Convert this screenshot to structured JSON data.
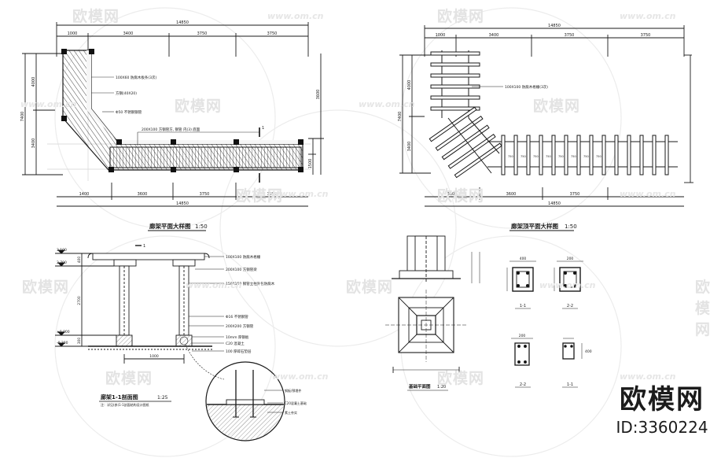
{
  "watermark": {
    "logo_text": "欧模网",
    "url_text": "www.om.cn"
  },
  "brand": {
    "name": "欧模网",
    "id": "ID:3360224"
  },
  "plan_left": {
    "title": "廊架平面大样图",
    "scale": "1:50",
    "dims_top": [
      "1000",
      "3400",
      "3750",
      "3750"
    ],
    "dims_top_total": "14850",
    "dims_bottom": [
      "1400",
      "3600",
      "3750",
      "3750"
    ],
    "dims_bottom_total": "14850",
    "dims_left_total": "7400",
    "dims_left": [
      "4000",
      "3400"
    ],
    "dims_right": [
      "3600",
      "1500"
    ],
    "notes": [
      "100X60 防腐木板条(3次)",
      "方钢(40X20)",
      "Φ50 不锈钢钢管",
      "200X100 方钢管方, 钢管  内(3) 底面"
    ],
    "section_mark": "1"
  },
  "plan_right": {
    "title": "廊架顶平面大样图",
    "scale": "1:50",
    "dims_top": [
      "1000",
      "3400",
      "3750",
      "3750"
    ],
    "dims_top_total": "14850",
    "dims_bottom": [
      "3500",
      "3600",
      "3750"
    ],
    "dims_bottom_total": "14850",
    "dims_left_total": "7400",
    "dims_left": [
      "4000",
      "3400"
    ],
    "note": "100X100 防腐木格栅(3次)",
    "rafter_labels": [
      "750",
      "750",
      "750",
      "750",
      "750",
      "750",
      "750",
      "750"
    ]
  },
  "elevation": {
    "title": "廊架1-1剖面图",
    "scale": "1:25",
    "levels": [
      "3.100",
      "2.700",
      "±0.000",
      "-0.300"
    ],
    "dims_left": [
      "400",
      "2700",
      "300"
    ],
    "dim_bottom": "1000",
    "notes": [
      "100X100 防腐木格栅",
      "200X100 方钢管梁",
      "150X150 钢管立柱外包防腐木",
      "Φ16 不锈钢管",
      "200X200 方钢管",
      "10mm 厚钢板",
      "C20 混凝土",
      "100 厚碎石垫层"
    ],
    "footnote": "注：详见(参)1-1剖面结构设计图纸",
    "section_mark": "1"
  },
  "detail": {
    "notes": [
      "钢板/预埋件",
      "C20混凝土基础",
      "素土夯实"
    ]
  },
  "foundation": {
    "title": "基础平面图",
    "scale": "1:20",
    "sections": [
      "1-1",
      "2-2",
      "2-2",
      "1-1"
    ],
    "dims": [
      "400",
      "200",
      "200",
      "400"
    ]
  }
}
